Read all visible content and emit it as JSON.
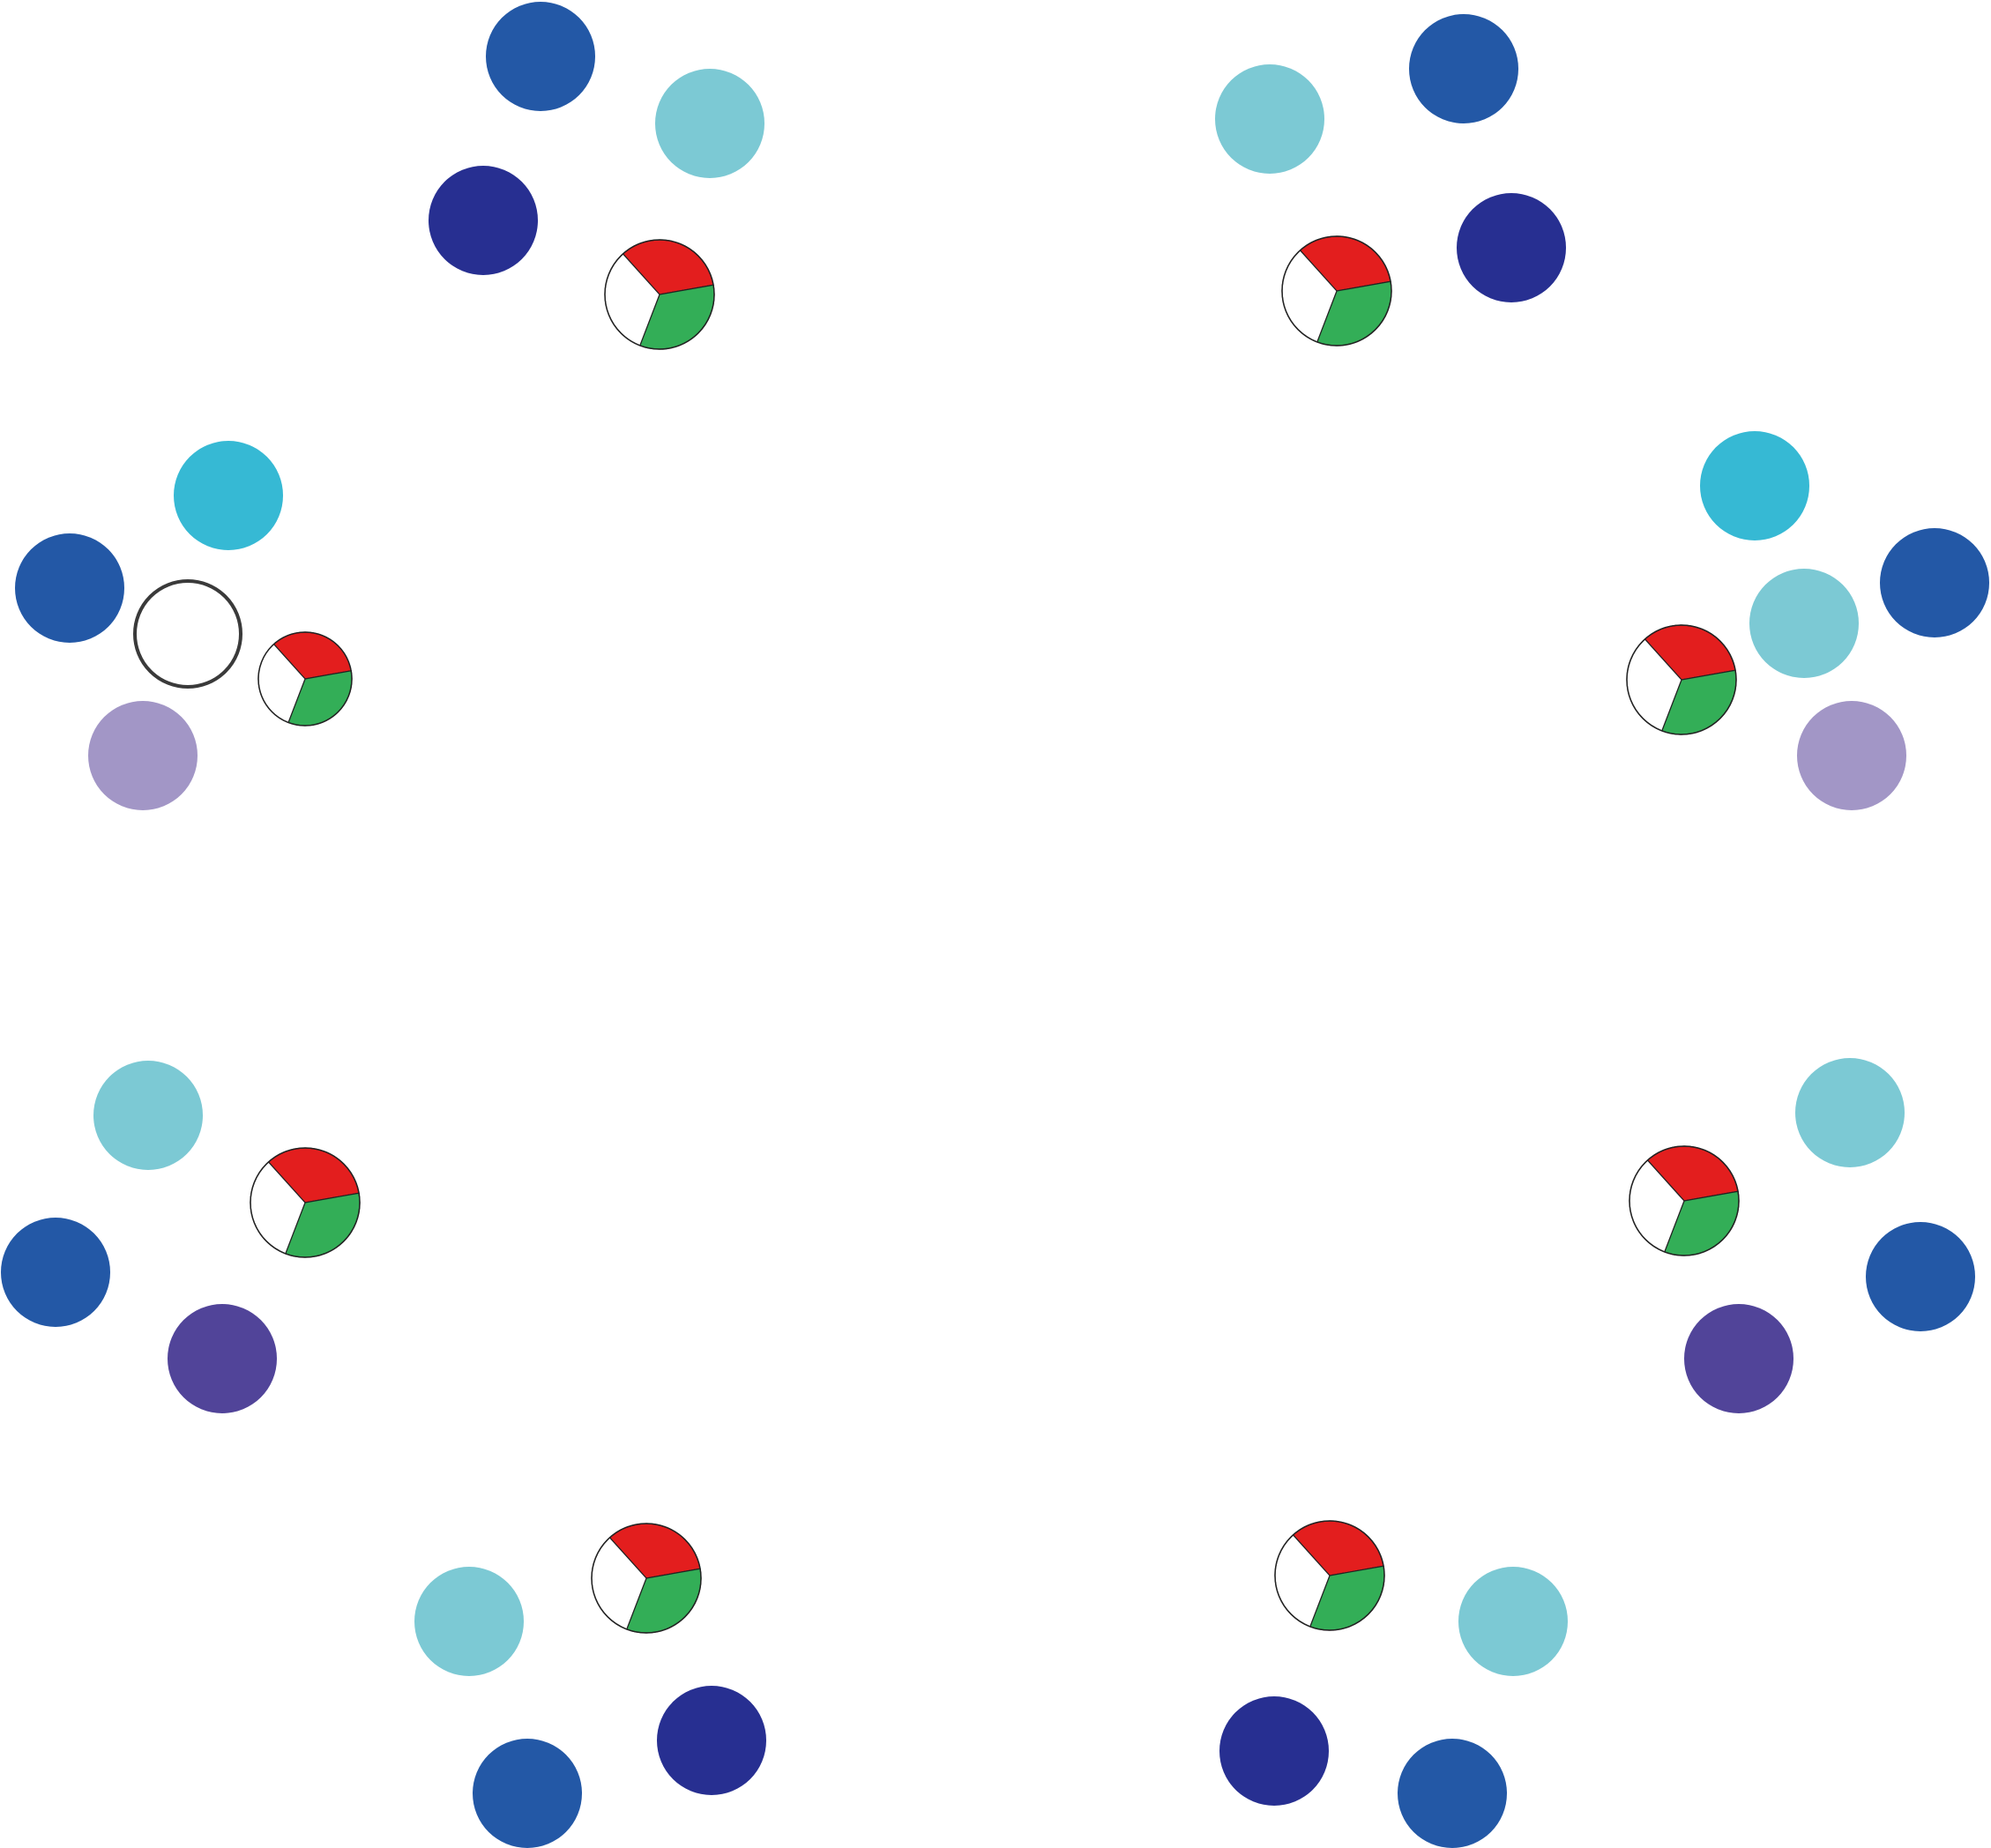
{
  "colors": {
    "royal_blue": "#2358A6",
    "pale_teal": "#7CC9D4",
    "navy": "#272F91",
    "cyan": "#36B9D4",
    "lavender": "#A296C6",
    "purple": "#514499",
    "pie_red": "#E31E1E",
    "pie_green": "#33AE57",
    "pie_white": "#FFFFFF",
    "outline": "#3A3A3A"
  },
  "clusters": [
    {
      "id": "top-left",
      "dots": [
        {
          "color": "royal_blue"
        },
        {
          "color": "pale_teal"
        },
        {
          "color": "navy"
        }
      ],
      "pie": {
        "slices": [
          "pie_red",
          "pie_green",
          "pie_white"
        ]
      }
    },
    {
      "id": "top-right",
      "dots": [
        {
          "color": "pale_teal"
        },
        {
          "color": "royal_blue"
        },
        {
          "color": "navy"
        }
      ],
      "pie": {
        "slices": [
          "pie_red",
          "pie_green",
          "pie_white"
        ]
      }
    },
    {
      "id": "middle-left",
      "dots": [
        {
          "color": "cyan"
        },
        {
          "color": "royal_blue"
        },
        {
          "color": "empty"
        },
        {
          "color": "lavender"
        }
      ],
      "pie": {
        "slices": [
          "pie_red",
          "pie_green",
          "pie_white"
        ]
      }
    },
    {
      "id": "middle-right",
      "dots": [
        {
          "color": "cyan"
        },
        {
          "color": "royal_blue"
        },
        {
          "color": "pale_teal"
        },
        {
          "color": "lavender"
        }
      ],
      "pie": {
        "slices": [
          "pie_red",
          "pie_green",
          "pie_white"
        ]
      }
    },
    {
      "id": "lower-left",
      "dots": [
        {
          "color": "pale_teal"
        },
        {
          "color": "royal_blue"
        },
        {
          "color": "purple"
        }
      ],
      "pie": {
        "slices": [
          "pie_red",
          "pie_green",
          "pie_white"
        ]
      }
    },
    {
      "id": "lower-right",
      "dots": [
        {
          "color": "pale_teal"
        },
        {
          "color": "royal_blue"
        },
        {
          "color": "purple"
        }
      ],
      "pie": {
        "slices": [
          "pie_red",
          "pie_green",
          "pie_white"
        ]
      }
    },
    {
      "id": "bottom-left",
      "dots": [
        {
          "color": "pale_teal"
        },
        {
          "color": "royal_blue"
        },
        {
          "color": "navy"
        }
      ],
      "pie": {
        "slices": [
          "pie_red",
          "pie_green",
          "pie_white"
        ]
      }
    },
    {
      "id": "bottom-right",
      "dots": [
        {
          "color": "pale_teal"
        },
        {
          "color": "navy"
        },
        {
          "color": "royal_blue"
        }
      ],
      "pie": {
        "slices": [
          "pie_red",
          "pie_green",
          "pie_white"
        ]
      }
    }
  ]
}
